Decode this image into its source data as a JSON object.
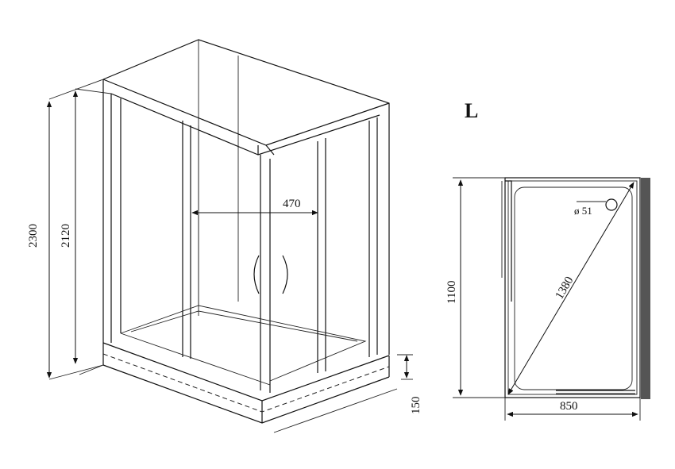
{
  "view_label": "L",
  "dims": {
    "height_total": "2300",
    "height_cabin": "2120",
    "door_width": "470",
    "tray_height": "150",
    "length": "1100",
    "width": "850",
    "diagonal": "1380",
    "drain": "ø 51"
  },
  "colors": {
    "line": "#111111",
    "wall": "#555555"
  }
}
